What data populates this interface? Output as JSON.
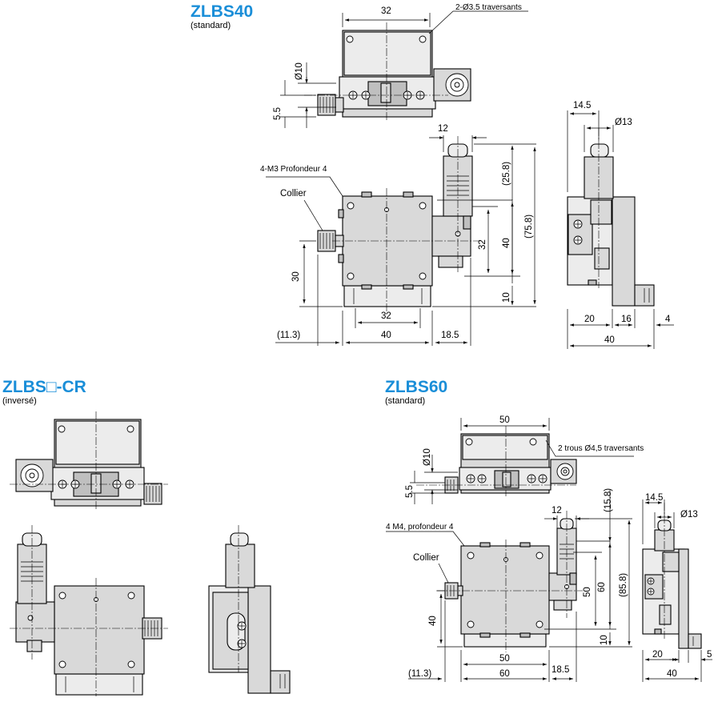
{
  "models": {
    "zlbs40": {
      "title": "ZLBS40",
      "variant": "(standard)"
    },
    "zlbs_cr": {
      "title": "ZLBS□-CR",
      "variant": "(inversé)"
    },
    "zlbs60": {
      "title": "ZLBS60",
      "variant": "(standard)"
    }
  },
  "colors": {
    "title": "#1a8ed8",
    "part": "#d9d9d9",
    "line": "#000000"
  },
  "zlbs40_dims": {
    "top_width": "32",
    "holes": "2-Ø3.5 traversants",
    "d10": "Ø10",
    "h55": "5.5",
    "w12": "12",
    "tap": "4-M3 Profondeur 4",
    "collier": "Collier",
    "v30": "30",
    "v32": "32",
    "v40": "40",
    "v258": "(25.8)",
    "v758": "(75.8)",
    "v10": "10",
    "b32": "32",
    "b40": "40",
    "b113": "(11.3)",
    "b185": "18.5",
    "s145": "14.5",
    "s13": "Ø13",
    "s20": "20",
    "s16": "16",
    "s4": "4",
    "s40": "40"
  },
  "zlbs60_dims": {
    "top_width": "50",
    "holes": "2 trous Ø4,5 traversants",
    "d10": "Ø10",
    "h55": "5.5",
    "w12": "12",
    "tap": "4 M4, profondeur 4",
    "collier": "Collier",
    "v40": "40",
    "v50": "50",
    "v60": "60",
    "v158": "(15.8)",
    "v858": "(85.8)",
    "v10": "10",
    "b50": "50",
    "b60": "60",
    "b113": "(11.3)",
    "b185": "18.5",
    "s145": "14.5",
    "s13": "Ø13",
    "s20": "20",
    "s5": "5",
    "s40": "40"
  }
}
